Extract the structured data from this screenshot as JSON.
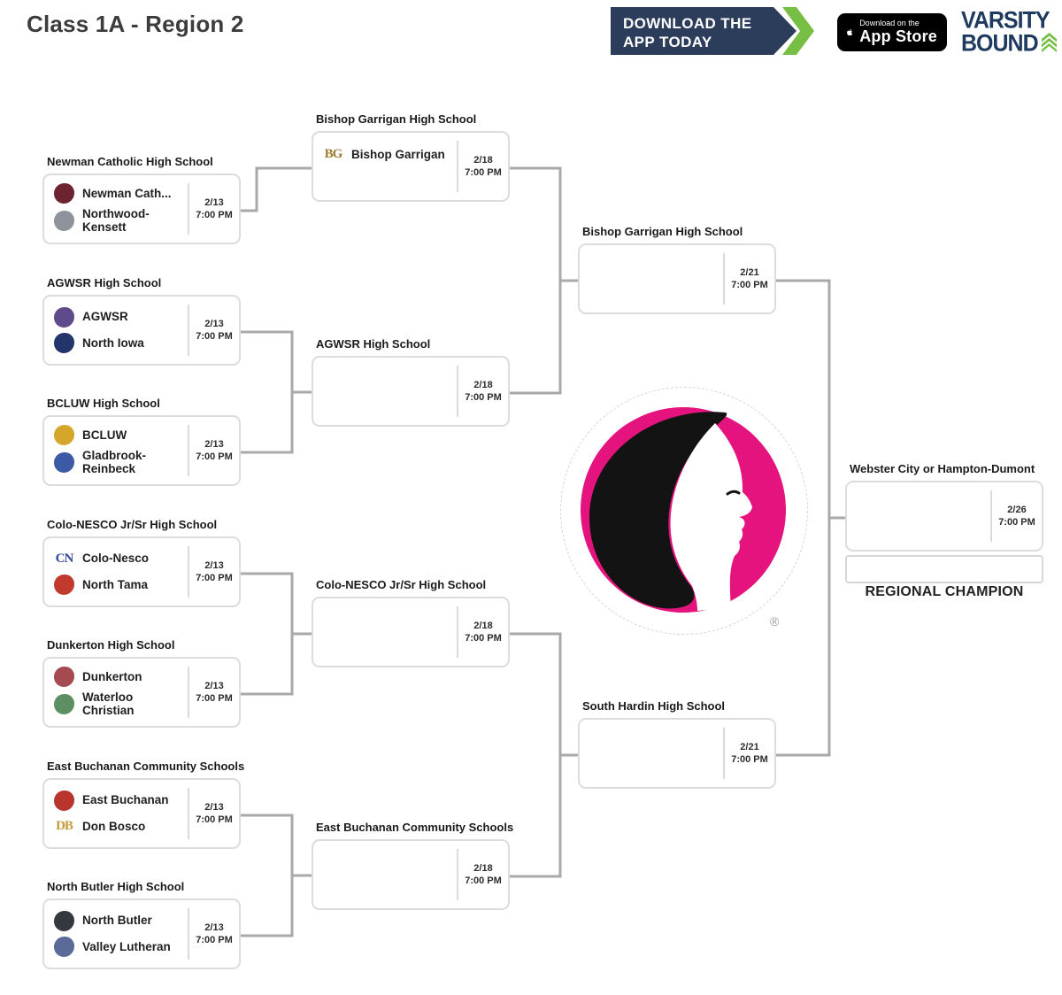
{
  "header": {
    "title": "Class 1A - Region 2",
    "promo_banner": {
      "line1": "DOWNLOAD THE",
      "line2": "APP TODAY"
    },
    "app_store_badge": {
      "tagline": "Download on the",
      "store": "App Store"
    },
    "brand": {
      "line1": "VARSITY",
      "line2": "BOUND"
    }
  },
  "icons": {
    "promo_arrow": "chevron-right-arrow-icon",
    "apple": "apple-logo-icon",
    "brand_chevrons": "triple-chevron-up-icon",
    "center_logo": "ighsau-girl-profile-logo",
    "registered": "registered-trademark-icon"
  },
  "colors": {
    "banner_navy": "#2c3d5b",
    "brand_navy": "#1e3a5f",
    "accent_green": "#76bf44",
    "logo_pink": "#e5137d",
    "connector_gray": "#a9a9a9"
  },
  "logo": {
    "registered_mark": "®"
  },
  "bracket": {
    "champion_label": "REGIONAL CHAMPION",
    "round1": [
      {
        "header": "Newman Catholic High School",
        "date": "2/13",
        "time": "7:00 PM",
        "team1": {
          "name": "Newman Cath...",
          "logo_color": "#6e2430",
          "logo_text": ""
        },
        "team2": {
          "name": "Northwood-Kensett",
          "logo_color": "#8e939b",
          "logo_text": ""
        }
      },
      {
        "header": "AGWSR High School",
        "date": "2/13",
        "time": "7:00 PM",
        "team1": {
          "name": "AGWSR",
          "logo_color": "#5f4b8b",
          "logo_text": ""
        },
        "team2": {
          "name": "North Iowa",
          "logo_color": "#23356b",
          "logo_text": ""
        }
      },
      {
        "header": "BCLUW High School",
        "date": "2/13",
        "time": "7:00 PM",
        "team1": {
          "name": "BCLUW",
          "logo_color": "#d4a72c",
          "logo_text": ""
        },
        "team2": {
          "name": "Gladbrook-Reinbeck",
          "logo_color": "#3c5aa6",
          "logo_text": ""
        }
      },
      {
        "header": "Colo-NESCO Jr/Sr High School",
        "date": "2/13",
        "time": "7:00 PM",
        "team1": {
          "name": "Colo-Nesco",
          "logo_color": "#33479c",
          "logo_text": "CN"
        },
        "team2": {
          "name": "North Tama",
          "logo_color": "#c03a2e",
          "logo_text": ""
        }
      },
      {
        "header": "Dunkerton High School",
        "date": "2/13",
        "time": "7:00 PM",
        "team1": {
          "name": "Dunkerton",
          "logo_color": "#a64a52",
          "logo_text": ""
        },
        "team2": {
          "name": "Waterloo Christian",
          "logo_color": "#5d8f63",
          "logo_text": ""
        }
      },
      {
        "header": "East Buchanan Community Schools",
        "date": "2/13",
        "time": "7:00 PM",
        "team1": {
          "name": "East Buchanan",
          "logo_color": "#b7352c",
          "logo_text": ""
        },
        "team2": {
          "name": "Don Bosco",
          "logo_color": "#c49a3a",
          "logo_text": "DB"
        }
      },
      {
        "header": "North Butler High School",
        "date": "2/13",
        "time": "7:00 PM",
        "team1": {
          "name": "North Butler",
          "logo_color": "#35383f",
          "logo_text": ""
        },
        "team2": {
          "name": "Valley Lutheran",
          "logo_color": "#5b6b99",
          "logo_text": ""
        }
      }
    ],
    "round2": [
      {
        "header": "Bishop Garrigan High School",
        "date": "2/18",
        "time": "7:00 PM",
        "team1": {
          "name": "Bishop Garrigan",
          "logo_color": "#9c7c2e",
          "logo_text": "BG"
        }
      },
      {
        "header": "AGWSR High School",
        "date": "2/18",
        "time": "7:00 PM"
      },
      {
        "header": "Colo-NESCO Jr/Sr High School",
        "date": "2/18",
        "time": "7:00 PM"
      },
      {
        "header": "East Buchanan Community Schools",
        "date": "2/18",
        "time": "7:00 PM"
      }
    ],
    "semifinals": [
      {
        "header": "Bishop Garrigan High School",
        "date": "2/21",
        "time": "7:00 PM"
      },
      {
        "header": "South Hardin High School",
        "date": "2/21",
        "time": "7:00 PM"
      }
    ],
    "final": {
      "header": "Webster City or Hampton-Dumont",
      "date": "2/26",
      "time": "7:00 PM"
    }
  }
}
